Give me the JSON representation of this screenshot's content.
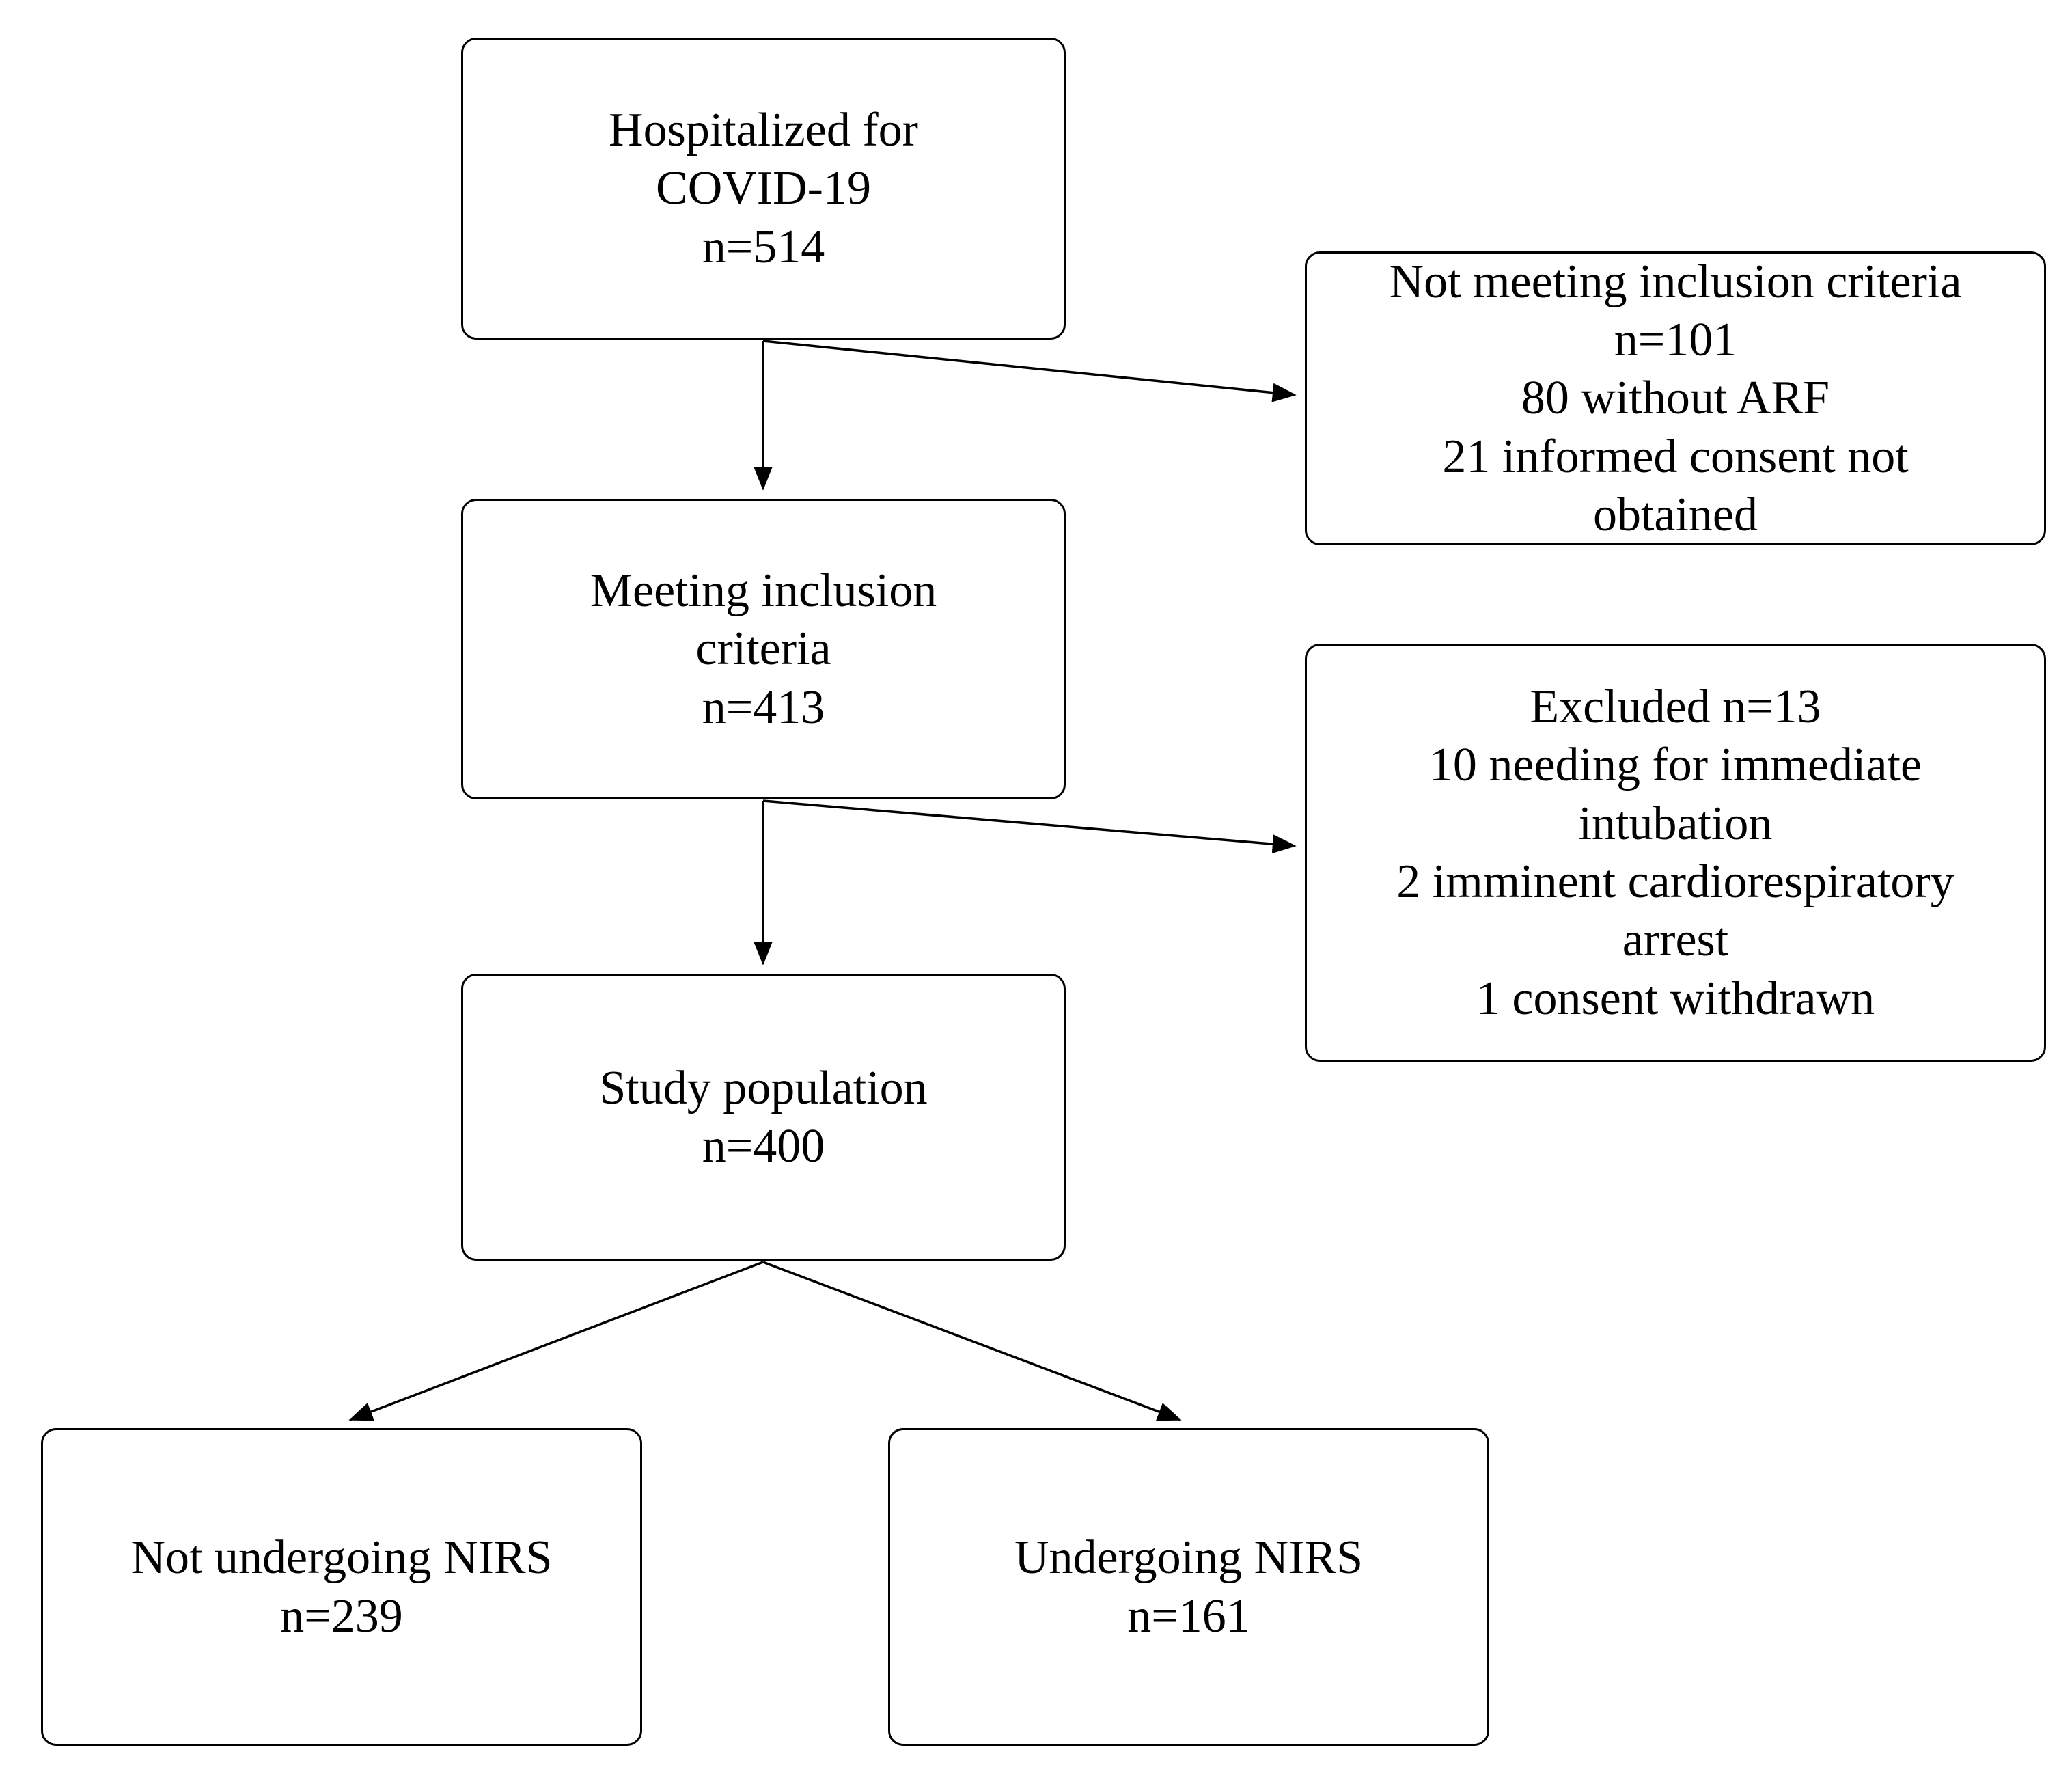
{
  "diagram": {
    "background": "#ffffff",
    "border_color": "#000000",
    "text_color": "#000000",
    "nodes": {
      "hospitalized": {
        "lines": [
          "Hospitalized for",
          "COVID-19",
          "n=514"
        ]
      },
      "not_meeting": {
        "lines": [
          "Not meeting inclusion criteria",
          "n=101",
          "80 without ARF",
          "21 informed consent not",
          "obtained"
        ]
      },
      "meeting": {
        "lines": [
          "Meeting inclusion",
          "criteria",
          "n=413"
        ]
      },
      "excluded": {
        "lines": [
          "Excluded n=13",
          "10 needing for immediate",
          "intubation",
          "2 imminent cardiorespiratory",
          "arrest",
          "1 consent withdrawn"
        ]
      },
      "study": {
        "lines": [
          "Study population",
          "n=400"
        ]
      },
      "not_nirs": {
        "lines": [
          "Not undergoing NIRS",
          "n=239"
        ]
      },
      "nirs": {
        "lines": [
          "Undergoing NIRS",
          "n=161"
        ]
      }
    },
    "edges": [
      {
        "from": "hospitalized",
        "to": "meeting"
      },
      {
        "from": "hospitalized",
        "to": "not_meeting"
      },
      {
        "from": "meeting",
        "to": "study"
      },
      {
        "from": "meeting",
        "to": "excluded"
      },
      {
        "from": "study",
        "to": "not_nirs"
      },
      {
        "from": "study",
        "to": "nirs"
      }
    ]
  }
}
